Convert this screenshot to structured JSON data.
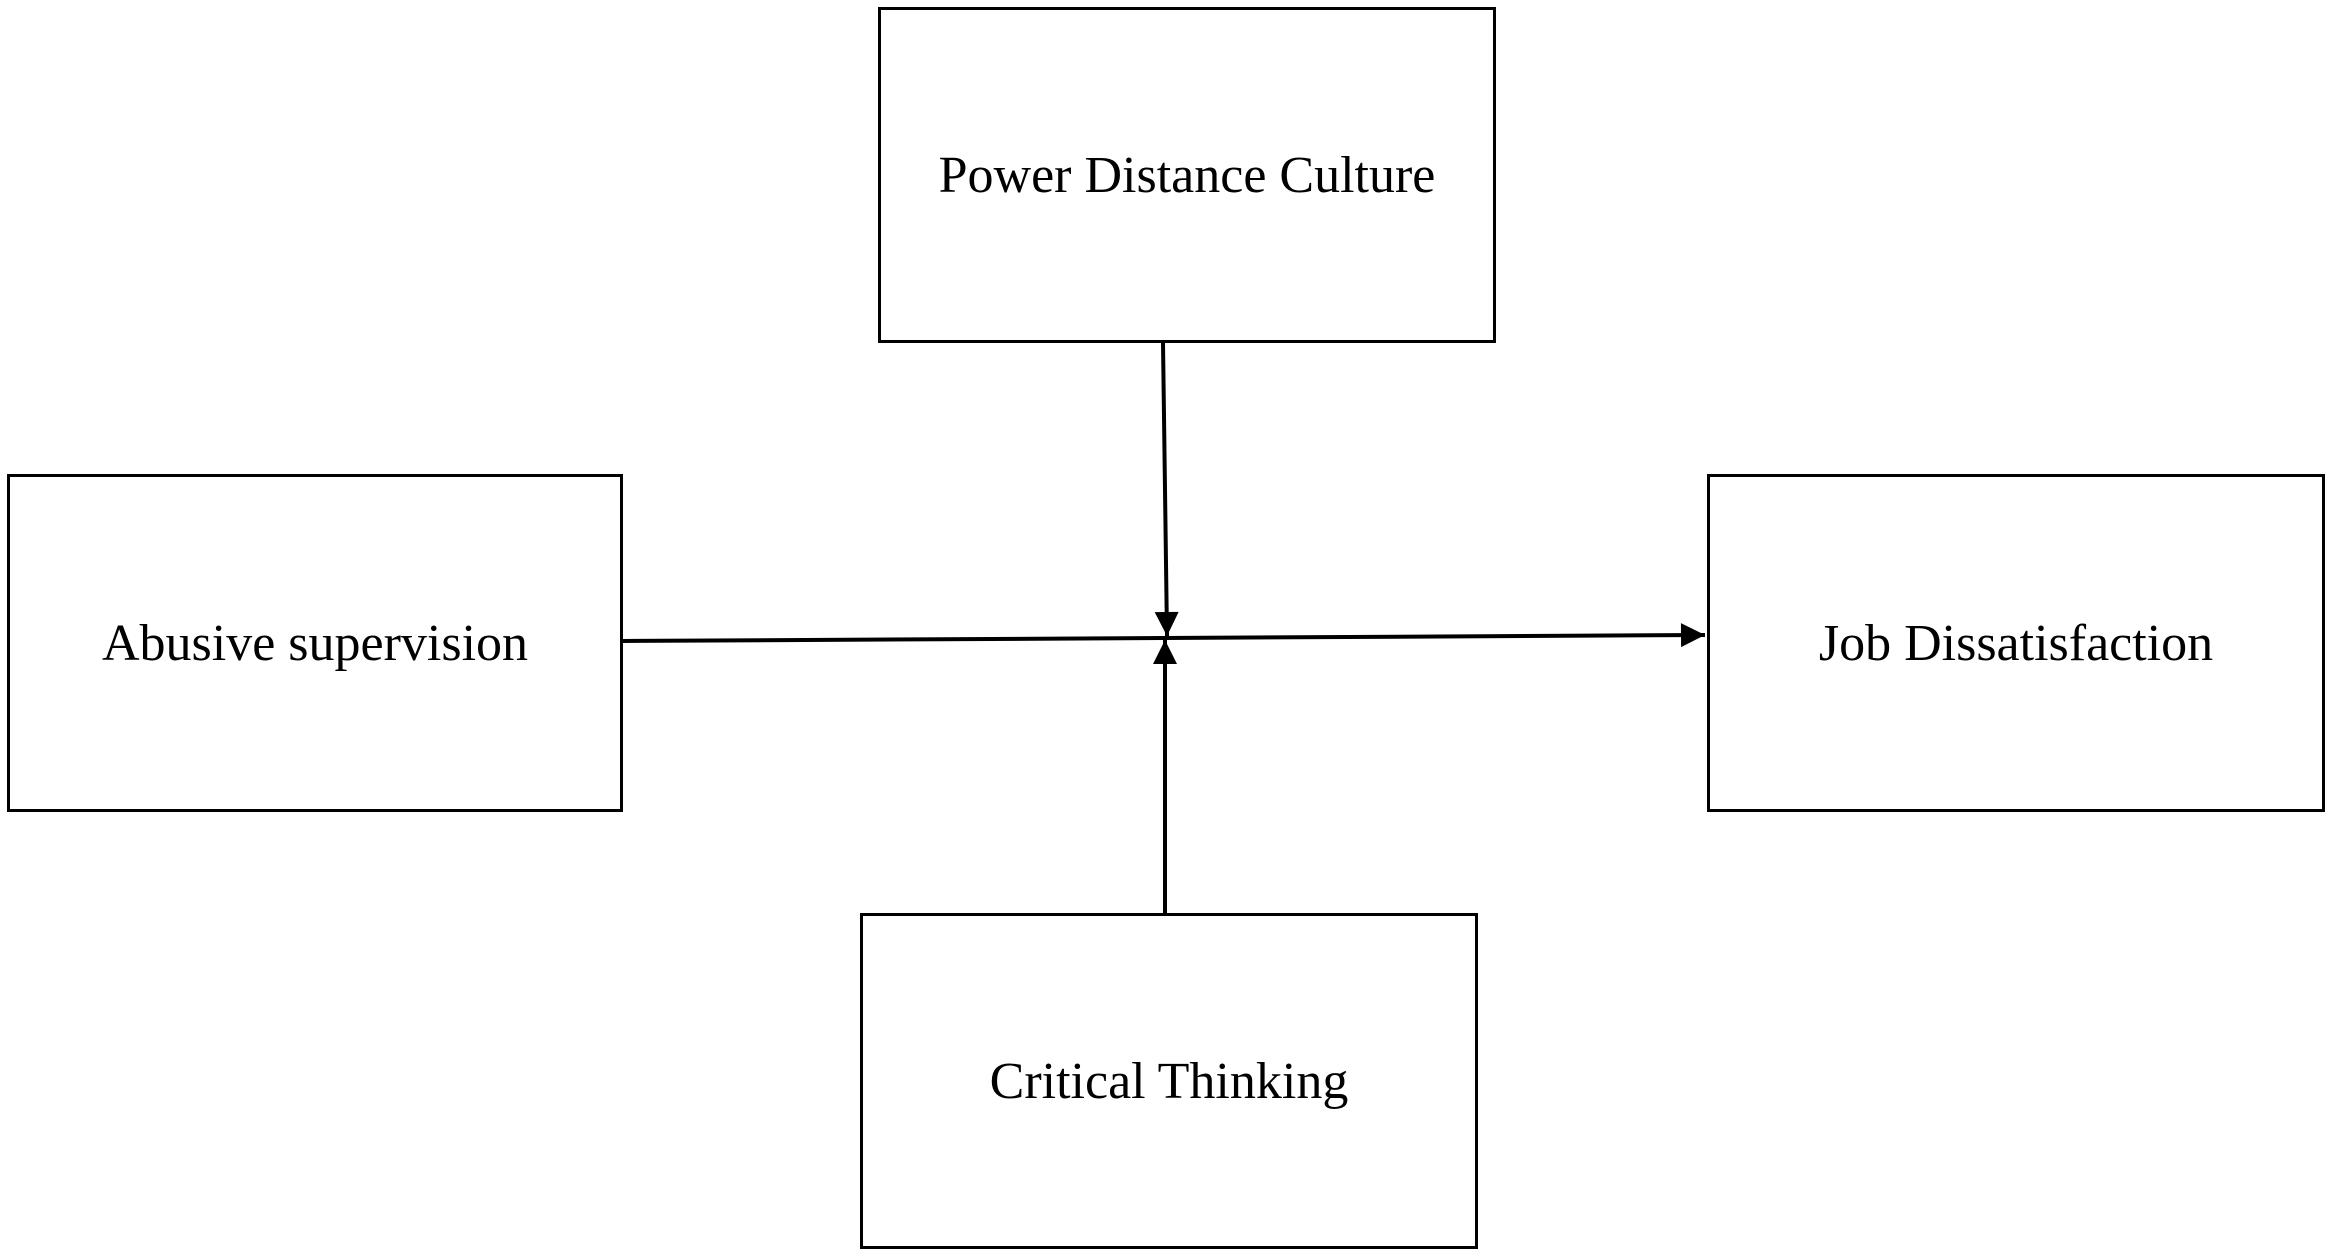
{
  "diagram": {
    "nodes": {
      "power_distance": {
        "label": "Power Distance Culture"
      },
      "abusive_supervision": {
        "label": "Abusive supervision"
      },
      "job_dissatisfaction": {
        "label": "Job Dissatisfaction"
      },
      "critical_thinking": {
        "label": "Critical Thinking"
      }
    },
    "edges": [
      {
        "from": "Abusive supervision",
        "to": "Job Dissatisfaction",
        "type": "direct-effect"
      },
      {
        "from": "Power Distance Culture",
        "to": "Abusive supervision → Job Dissatisfaction",
        "type": "moderation"
      },
      {
        "from": "Critical Thinking",
        "to": "Abusive supervision → Job Dissatisfaction",
        "type": "moderation"
      }
    ],
    "colors": {
      "stroke": "#000000",
      "background": "#ffffff"
    }
  }
}
